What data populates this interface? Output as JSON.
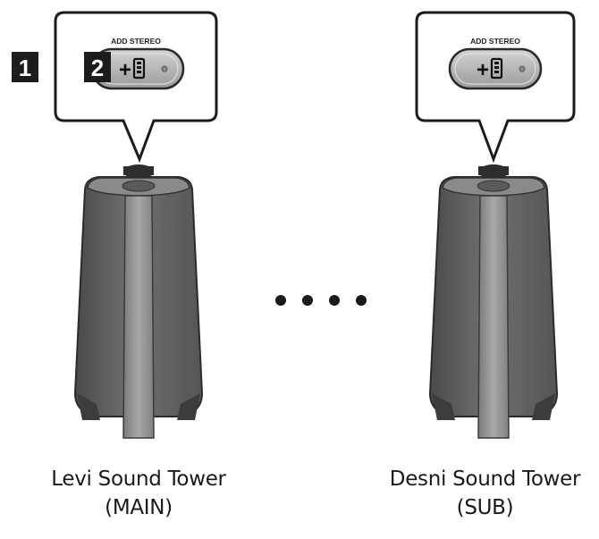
{
  "steps": {
    "step1": "1",
    "step2": "2"
  },
  "devices": [
    {
      "name": "Levi Sound Tower",
      "role": "(MAIN)",
      "button_caption": "ADD STEREO"
    },
    {
      "name": "Desni Sound Tower",
      "role": "(SUB)",
      "button_caption": "ADD STEREO"
    }
  ],
  "button_symbol": "+",
  "icons": [
    "speaker-icon",
    "led-indicator-icon",
    "ellipsis-dots-icon"
  ],
  "colors": {
    "badge": "#1c1c1c",
    "speaker_body": "#6e6e6e",
    "speaker_dark": "#3c3c3c"
  }
}
